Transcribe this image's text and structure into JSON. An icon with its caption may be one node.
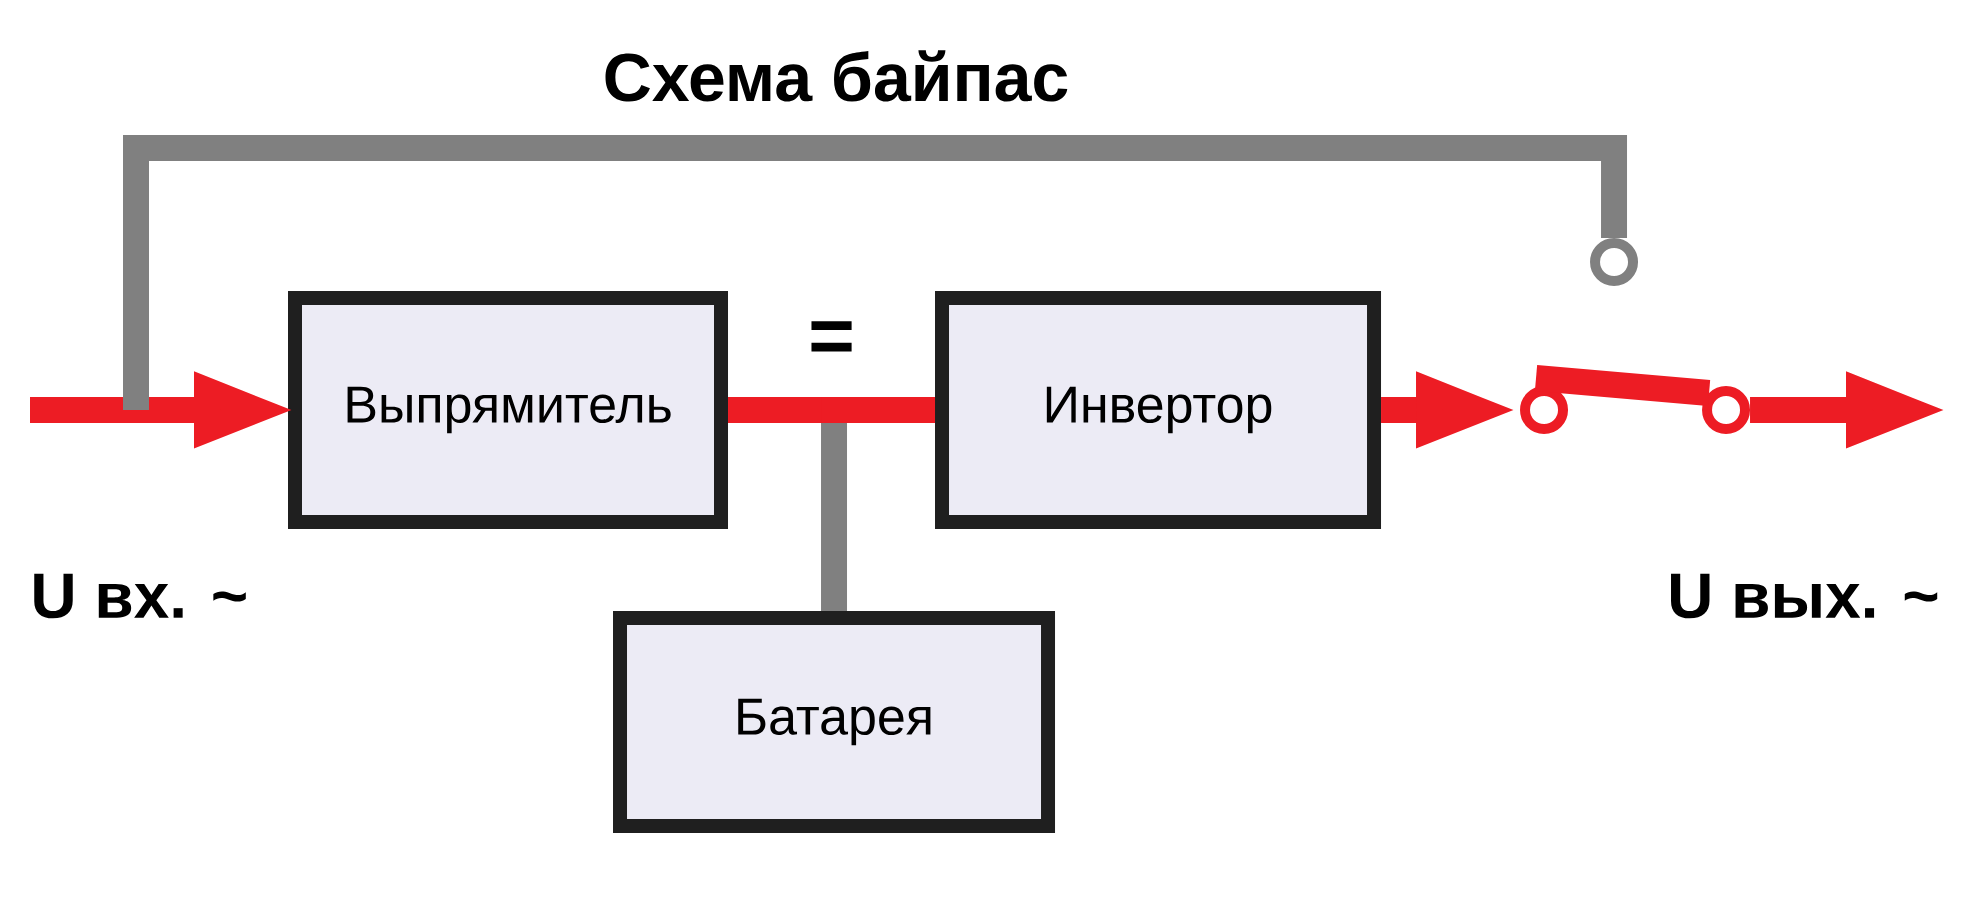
{
  "diagram": {
    "title": "Схема байпас",
    "nodes": [
      {
        "text": [
          "Выпрямитель"
        ]
      },
      {
        "text": [
          "Инвертор"
        ]
      },
      {
        "text": [
          "Батарея"
        ]
      },
      {
        "text": [],
        "shape": "circle"
      },
      {
        "text": [],
        "shape": "circle"
      },
      {
        "text": [],
        "shape": "circle"
      }
    ],
    "edges": [
      {
        "from": null,
        "to": 0,
        "arrow": "to"
      },
      {
        "from": null,
        "to": 5,
        "arrow": "none",
        "color": "#808080"
      },
      {
        "from": 2,
        "to": 0,
        "arrow": "none",
        "color": "#808080"
      },
      {
        "from": 2,
        "to": 1,
        "arrow": "none",
        "color": "#808080"
      },
      {
        "from": 0,
        "to": 1,
        "arrow": "none",
        "label": "="
      },
      {
        "from": 1,
        "to": 3,
        "arrow": "to"
      },
      {
        "from": 3,
        "to": 4,
        "arrow": "none"
      },
      {
        "from": 4,
        "to": null,
        "arrow": "to"
      }
    ],
    "labels": [
      "U вх. ~",
      "U вых. ~"
    ]
  }
}
